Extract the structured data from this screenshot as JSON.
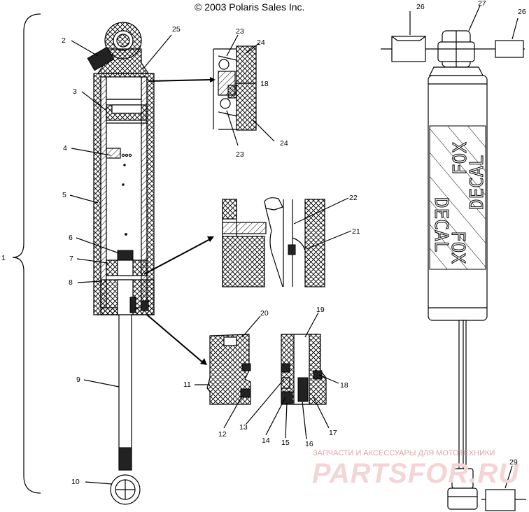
{
  "copyright": "© 2003 Polaris Sales Inc.",
  "decal_text": [
    "DECAL",
    "FOX",
    "DECAL",
    "FOX"
  ],
  "watermark": {
    "tagline": "ЗАПЧАСТИ И АКСЕССУАРЫ ДЛЯ МОТОТЕХНИКИ",
    "brand": "PARTSFOR.RU"
  },
  "callouts": [
    {
      "id": "c1",
      "text": "1"
    },
    {
      "id": "c2",
      "text": "2"
    },
    {
      "id": "c3",
      "text": "3"
    },
    {
      "id": "c4",
      "text": "4"
    },
    {
      "id": "c5",
      "text": "5"
    },
    {
      "id": "c6",
      "text": "6"
    },
    {
      "id": "c7",
      "text": "7"
    },
    {
      "id": "c8",
      "text": "8"
    },
    {
      "id": "c9",
      "text": "9"
    },
    {
      "id": "c10",
      "text": "10"
    },
    {
      "id": "c11",
      "text": "11"
    },
    {
      "id": "c12",
      "text": "12"
    },
    {
      "id": "c13",
      "text": "13"
    },
    {
      "id": "c14",
      "text": "14"
    },
    {
      "id": "c15",
      "text": "15"
    },
    {
      "id": "c16",
      "text": "16"
    },
    {
      "id": "c17",
      "text": "17"
    },
    {
      "id": "c18a",
      "text": "18"
    },
    {
      "id": "c18b",
      "text": "18"
    },
    {
      "id": "c19",
      "text": "19"
    },
    {
      "id": "c20",
      "text": "20"
    },
    {
      "id": "c21",
      "text": "21"
    },
    {
      "id": "c22",
      "text": "22"
    },
    {
      "id": "c23a",
      "text": "23"
    },
    {
      "id": "c23b",
      "text": "23"
    },
    {
      "id": "c24a",
      "text": "24"
    },
    {
      "id": "c24b",
      "text": "24"
    },
    {
      "id": "c25",
      "text": "25"
    },
    {
      "id": "c26a",
      "text": "26"
    },
    {
      "id": "c26b",
      "text": "26"
    },
    {
      "id": "c27",
      "text": "27"
    },
    {
      "id": "c29",
      "text": "29"
    }
  ]
}
